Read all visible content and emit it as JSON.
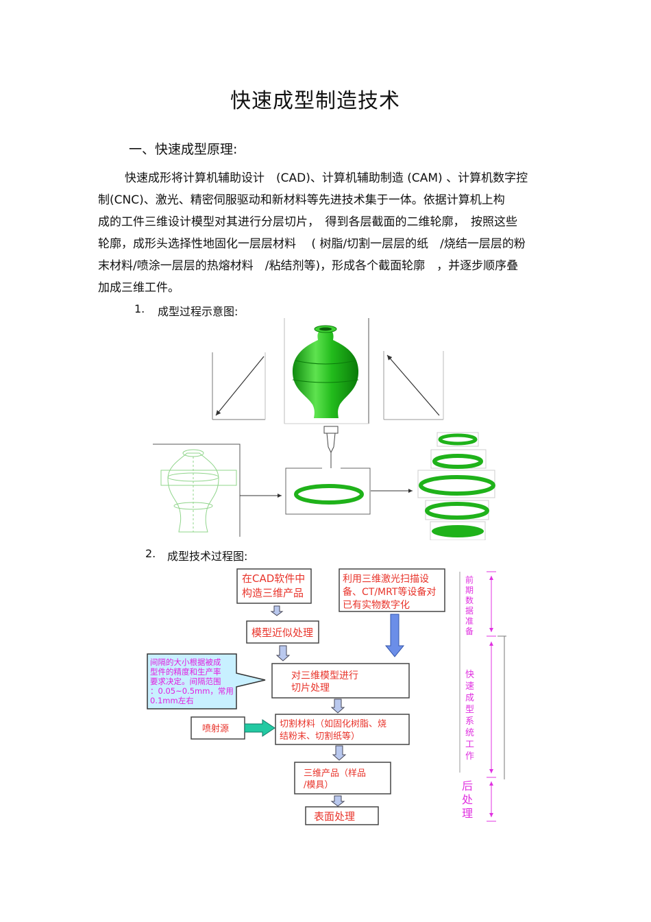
{
  "title": "快速成型制造技术",
  "section1": {
    "heading": "一、快速成型原理:",
    "paragraph_lines": [
      "快速成形将计算机辅助设计　(CAD)、计算机辅助制造 (CAM) 、计算机数字控",
      "制(CNC)、激光、精密伺服驱动和新材料等先进技术集于一体。依据计算机上构",
      "成的工件三维设计模型对其进行分层切片，　得到各层截面的二维轮廓，　按照这些",
      "轮廓，成形头选择性地固化一层层材料　 ( 树脂/切割一层层的纸　/烧结一层层的粉",
      "末材料/喷涂一层层的热熔材料　/粘结剂等)，形成各个截面轮廓　，并逐步顺序叠",
      "加成三维工件。"
    ]
  },
  "item1": {
    "number": "1.",
    "label": "成型过程示意图:"
  },
  "item2": {
    "number": "2.",
    "label": "成型技术过程图:"
  },
  "flowchart": {
    "box_cad": [
      "在CAD软件中",
      "构造三维产品"
    ],
    "box_scan": [
      "利用三维激光扫描设",
      "备、CT/MRT等设备对",
      "已有实物数字化"
    ],
    "box_approx": "模型近似处理",
    "box_slice": [
      "对三维模型进行",
      "切片处理"
    ],
    "box_cut": [
      "切割材料（如固化树脂、烧",
      "结粉末、切割纸等）"
    ],
    "box_product": [
      "三维产品（样品",
      "/模具）"
    ],
    "box_surface": "表面处理",
    "source": "喷射源",
    "callout": [
      "间隔的大小根据被成",
      "型件的精度和生产率",
      "要求决定。间隔范围",
      "：0.05~0.5mm，常用",
      "0.1mm左右"
    ],
    "stage_prep": [
      "前",
      "期",
      "数",
      "据",
      "准",
      "备"
    ],
    "stage_rp": [
      "快",
      "速",
      "成",
      "型",
      "系",
      "统",
      "工",
      "作"
    ],
    "stage_post": [
      "后",
      "处",
      "理"
    ]
  },
  "colors": {
    "vase_green": "#22bb1c",
    "ring_green": "#1fb21a",
    "flow_red": "#e8332a",
    "flow_blue_text": "#3344cc",
    "callout_fill": "#c8f0ff",
    "callout_text": "#e020e0",
    "stage_magenta": "#e030e0",
    "arrow_blue": "#6b8ee8",
    "arrow_teal": "#22c9a2"
  }
}
